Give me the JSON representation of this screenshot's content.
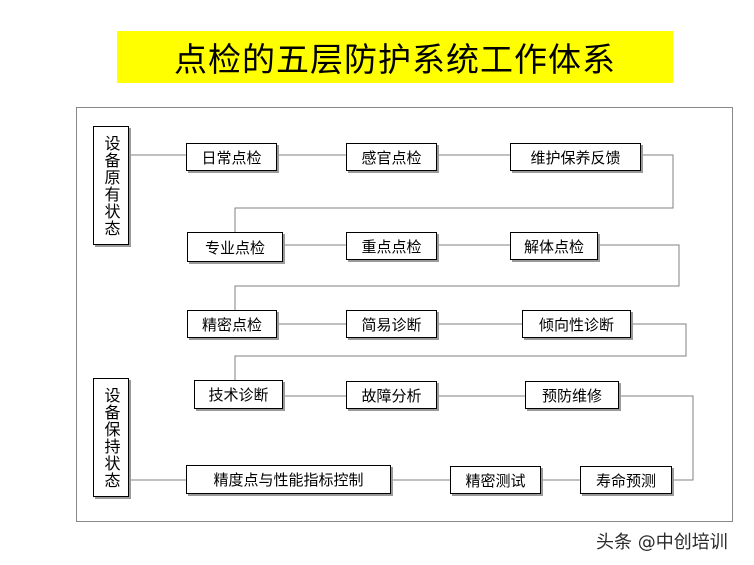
{
  "title": "点检的五层防护系统工作体系",
  "states": {
    "original": "设备原有状态",
    "maintained": "设备保持状态"
  },
  "rows": [
    {
      "layer": 1,
      "items": [
        "日常点检",
        "感官点检",
        "维护保养反馈"
      ]
    },
    {
      "layer": 2,
      "items": [
        "专业点检",
        "重点点检",
        "解体点检"
      ]
    },
    {
      "layer": 3,
      "items": [
        "精密点检",
        "简易诊断",
        "倾向性诊断"
      ]
    },
    {
      "layer": 4,
      "items": [
        "技术诊断",
        "故障分析",
        "预防维修"
      ]
    },
    {
      "layer": 5,
      "items": [
        "精度点与性能指标控制",
        "精密测试",
        "寿命预测"
      ]
    }
  ],
  "watermark": "头条 @中创培训",
  "colors": {
    "banner": "#ffff00",
    "connector": "#808080",
    "box_border": "#000000"
  }
}
